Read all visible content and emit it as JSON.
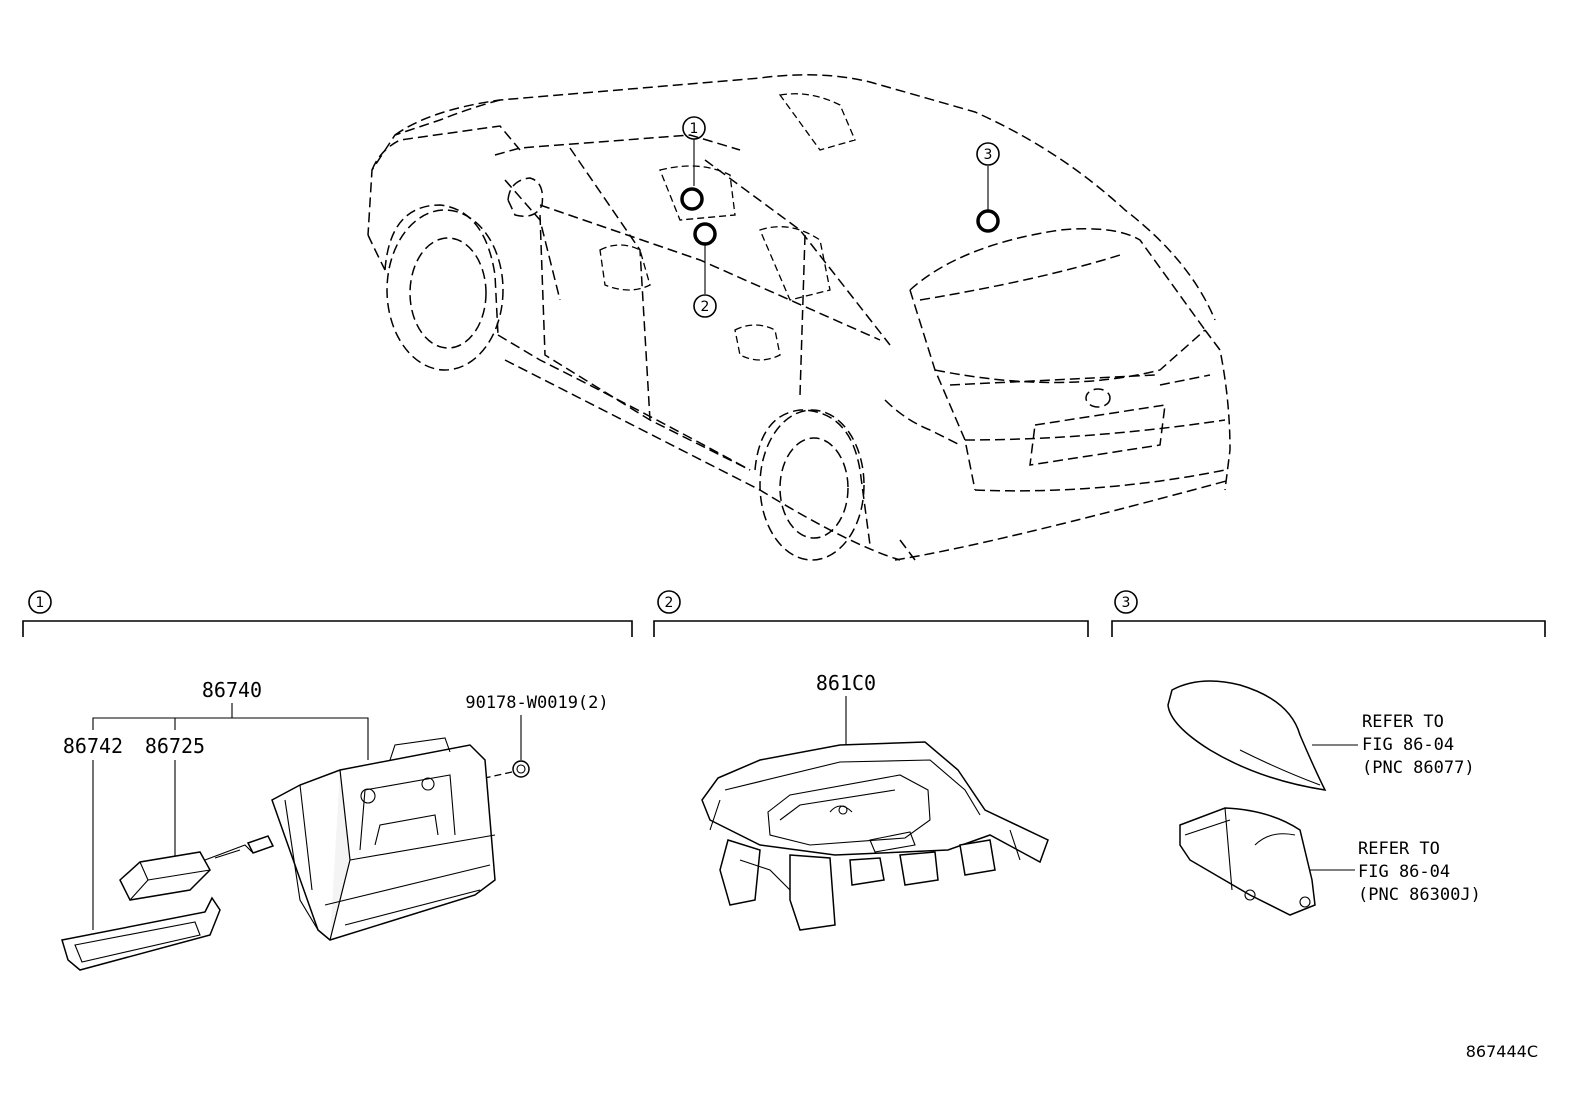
{
  "diagram": {
    "callouts": [
      "1",
      "2",
      "3"
    ],
    "section_labels": [
      "1",
      "2",
      "3"
    ],
    "parts": {
      "p86740": "86740",
      "p86742": "86742",
      "p86725": "86725",
      "p90178": "90178-W0019(2)",
      "p861C0": "861C0"
    },
    "refs": [
      {
        "line1": "REFER TO",
        "line2": "FIG 86-04",
        "line3": "(PNC 86077)"
      },
      {
        "line1": "REFER TO",
        "line2": "FIG 86-04",
        "line3": "(PNC 86300J)"
      }
    ],
    "diagram_code": "867444C"
  }
}
